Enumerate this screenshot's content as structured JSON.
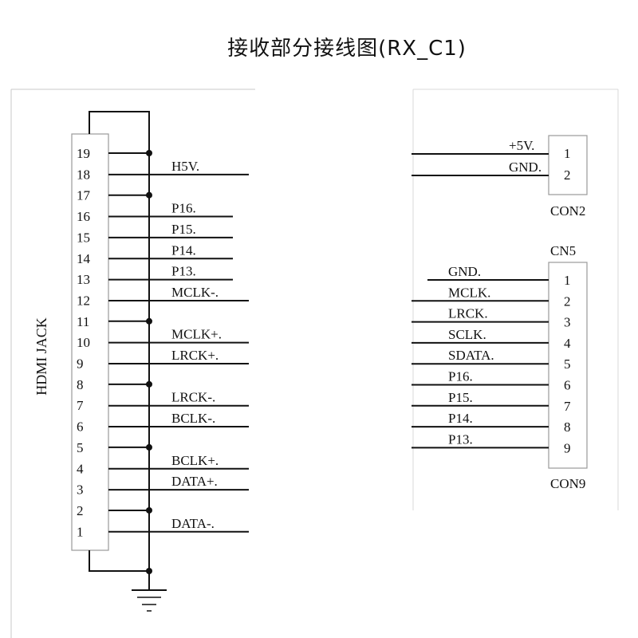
{
  "title": "接收部分接线图(RX_C1)",
  "hdmi": {
    "label": "HDMI JACK",
    "pins": [
      {
        "num": "19",
        "signal": "",
        "ground": true
      },
      {
        "num": "18",
        "signal": "H5V.",
        "ground": false
      },
      {
        "num": "17",
        "signal": "",
        "ground": true
      },
      {
        "num": "16",
        "signal": "P16.",
        "ground": false
      },
      {
        "num": "15",
        "signal": "P15.",
        "ground": false
      },
      {
        "num": "14",
        "signal": "P14.",
        "ground": false
      },
      {
        "num": "13",
        "signal": "P13.",
        "ground": false
      },
      {
        "num": "12",
        "signal": "MCLK-.",
        "ground": false
      },
      {
        "num": "11",
        "signal": "",
        "ground": true
      },
      {
        "num": "10",
        "signal": "MCLK+.",
        "ground": false
      },
      {
        "num": "9",
        "signal": "LRCK+.",
        "ground": false
      },
      {
        "num": "8",
        "signal": "",
        "ground": true
      },
      {
        "num": "7",
        "signal": "LRCK-.",
        "ground": false
      },
      {
        "num": "6",
        "signal": "BCLK-.",
        "ground": false
      },
      {
        "num": "5",
        "signal": "",
        "ground": true
      },
      {
        "num": "4",
        "signal": "BCLK+.",
        "ground": false
      },
      {
        "num": "3",
        "signal": "DATA+.",
        "ground": false
      },
      {
        "num": "2",
        "signal": "",
        "ground": true
      },
      {
        "num": "1",
        "signal": "DATA-.",
        "ground": false
      }
    ]
  },
  "con2": {
    "label": "CON2",
    "pins": [
      {
        "num": "1",
        "signal": "+5V."
      },
      {
        "num": "2",
        "signal": "GND."
      }
    ]
  },
  "con9": {
    "top_label": "CN5",
    "label": "CON9",
    "pins": [
      {
        "num": "1",
        "signal": "GND."
      },
      {
        "num": "2",
        "signal": "MCLK."
      },
      {
        "num": "3",
        "signal": "LRCK."
      },
      {
        "num": "4",
        "signal": "SCLK."
      },
      {
        "num": "5",
        "signal": "SDATA."
      },
      {
        "num": "6",
        "signal": "P16."
      },
      {
        "num": "7",
        "signal": "P15."
      },
      {
        "num": "8",
        "signal": "P14."
      },
      {
        "num": "9",
        "signal": "P13."
      }
    ]
  },
  "colors": {
    "line": "#111111",
    "frame": "#c8c8c8",
    "box": "#9a9a9a"
  }
}
